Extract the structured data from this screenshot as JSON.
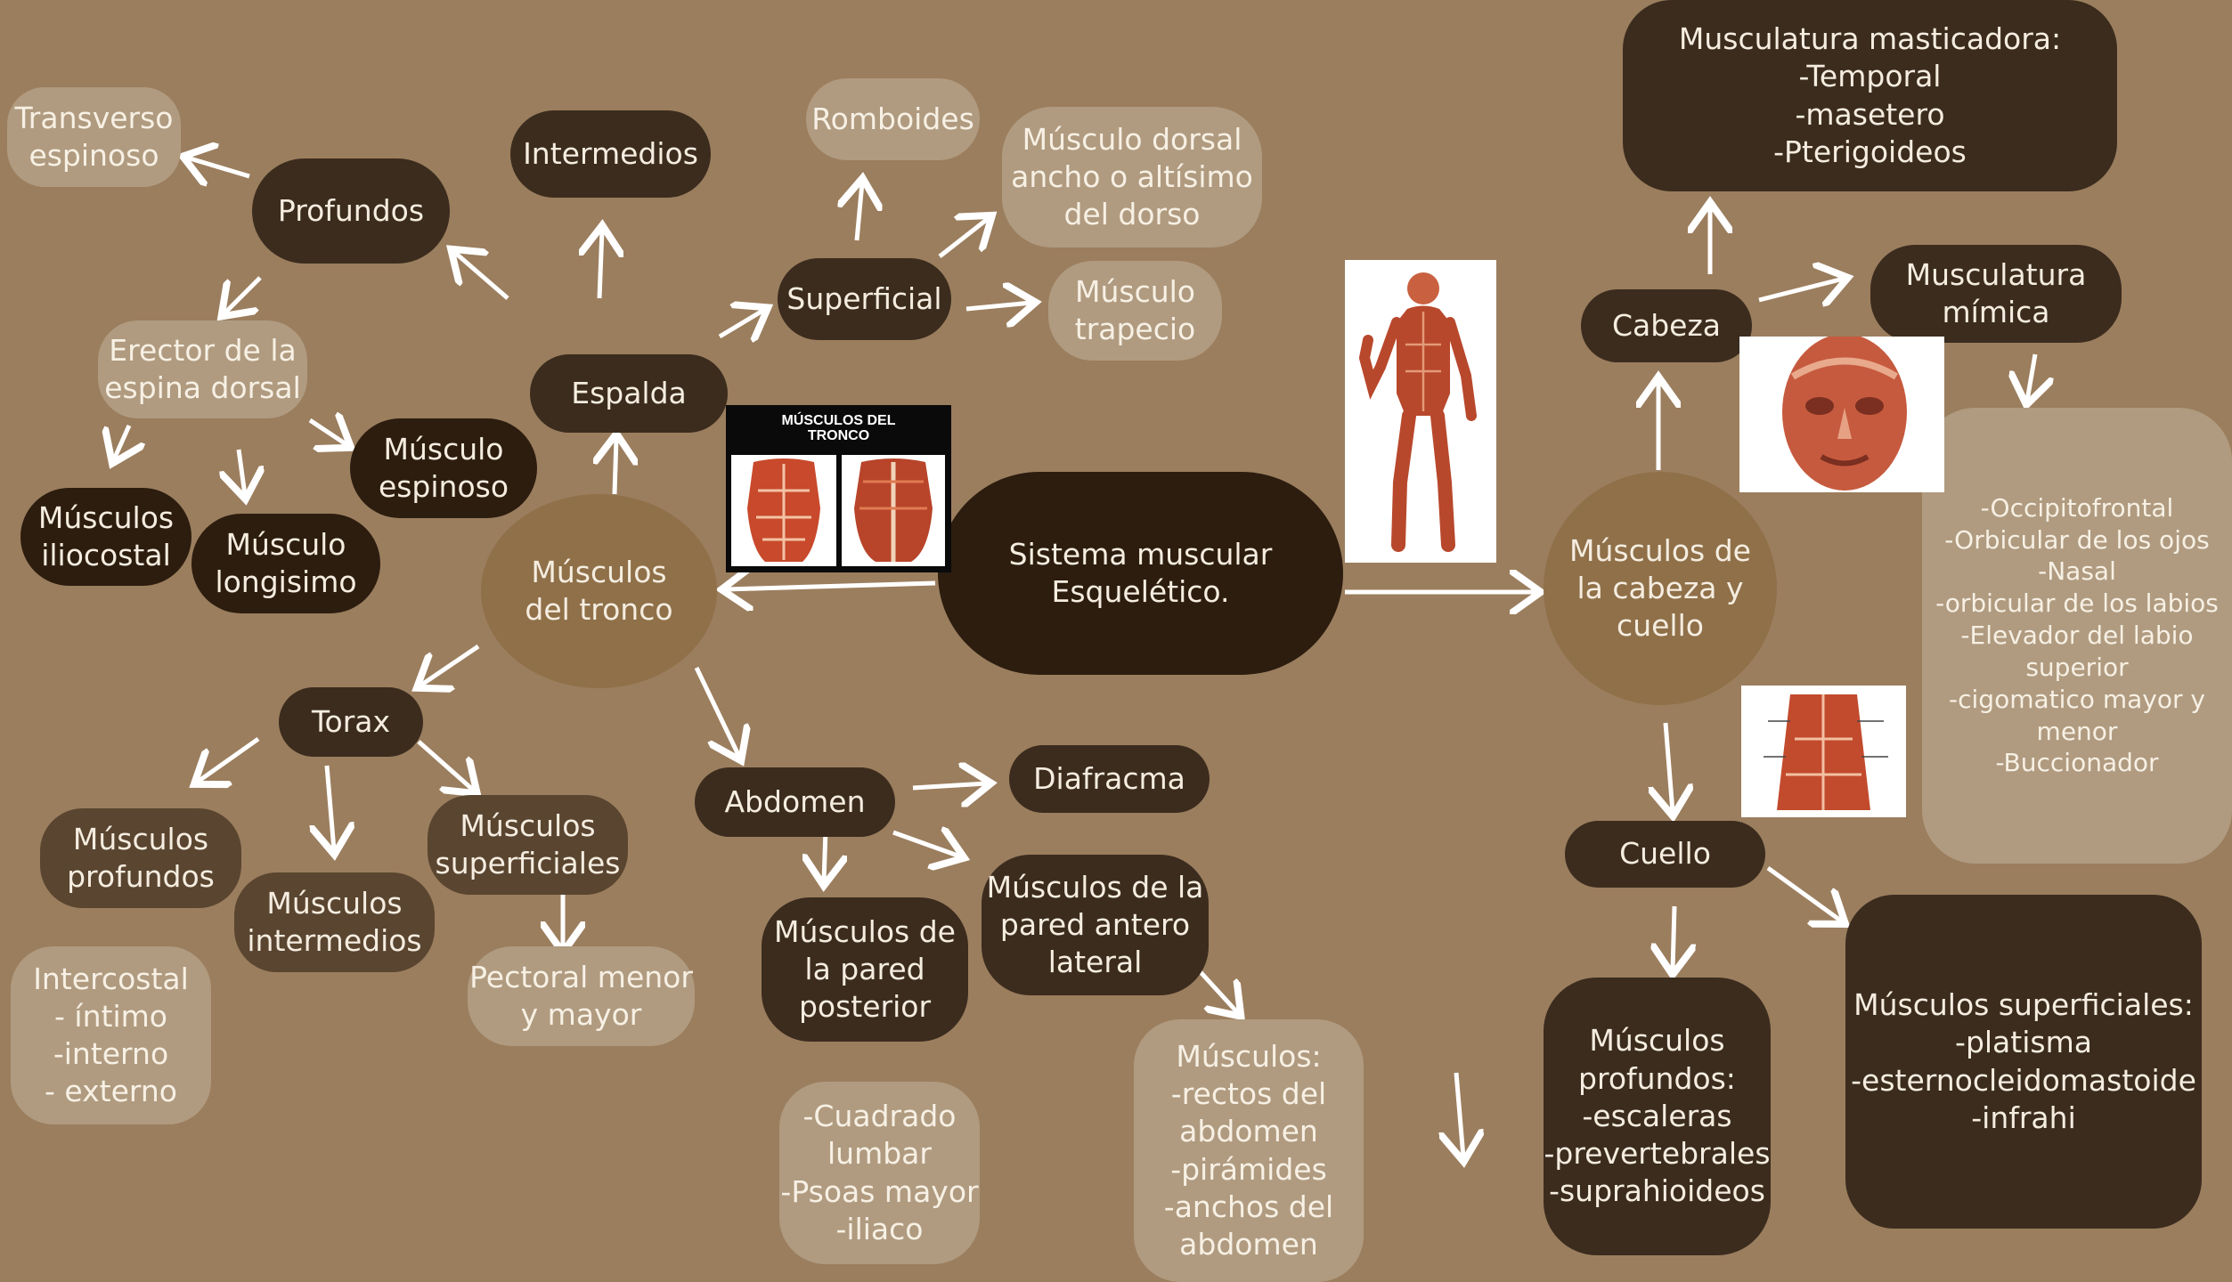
{
  "center": "Sistema muscular\nEsquelético.",
  "tronco": {
    "title": "Músculos\ndel tronco",
    "image_title": "MÚSCULOS DEL\nTRONCO",
    "espalda": "Espalda",
    "profundos": "Profundos",
    "transverso": "Transverso\nespinoso",
    "erector": "Erector de la\nespina dorsal",
    "iliocostal": "Músculos\niliocostal",
    "longisimo": "Músculo\nlongisimo",
    "espinoso": "Músculo\nespinoso",
    "intermedios": "Intermedios",
    "superficial": "Superficial",
    "romboides": "Romboides",
    "dorsal": "Músculo dorsal\nancho o altísimo\ndel dorso",
    "trapecio": "Músculo\ntrapecio",
    "torax": "Torax",
    "torax_profundos": "Músculos\nprofundos",
    "torax_intermedios": "Músculos\nintermedios",
    "torax_superficiales": "Músculos\nsuperficiales",
    "intercostal": "Intercostal\n- íntimo\n-interno\n- externo",
    "pectoral": "Pectoral menor\ny mayor",
    "abdomen": "Abdomen",
    "diafracma": "Diafracma",
    "pared_posterior": "Músculos de\nla pared\nposterior",
    "pared_antero": "Músculos de la\npared antero\nlateral",
    "cuadrado": "-Cuadrado\nlumbar\n-Psoas mayor\n-iliaco",
    "musculos_abd": "Músculos:\n-rectos del\nabdomen\n-pirámides\n-anchos del\nabdomen"
  },
  "cabeza_cuello": {
    "title": "Músculos de\nla cabeza y\ncuello",
    "cabeza": "Cabeza",
    "masticadora": "Musculatura masticadora:\n-Temporal\n-masetero\n-Pterigoideos",
    "mimica": "Musculatura\nmímica",
    "mimica_list": "-Occipitofrontal\n-Orbicular de los ojos\n-Nasal\n-orbicular de los labios\n-Elevador del labio\nsuperior\n-cigomatico mayor y\nmenor\n-Buccionador",
    "cuello": "Cuello",
    "cuello_profundos": "Músculos\nprofundos:\n-escaleras\n-prevertebrales\n-suprahioideos",
    "cuello_superficiales": "Músculos superficiales:\n-platisma\n-esternocleidomastoide\n-infrahi"
  },
  "colors": {
    "background": "#9b7e5e",
    "dark": "#3b2c1e",
    "gold": "#8f7049",
    "light": "#b09b80",
    "arrow": "#ffffff"
  }
}
